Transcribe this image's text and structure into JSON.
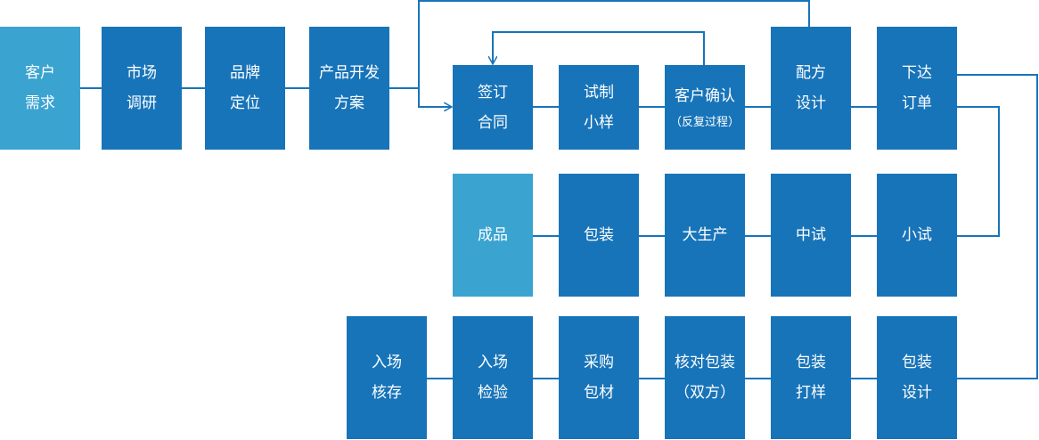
{
  "diagram": {
    "nodes": {
      "customer_demand": {
        "lines": [
          "客户",
          "需求"
        ]
      },
      "market_research": {
        "lines": [
          "市场",
          "调研"
        ]
      },
      "brand_positioning": {
        "lines": [
          "品牌",
          "定位"
        ]
      },
      "product_plan": {
        "lines": [
          "产品开发",
          "方案"
        ]
      },
      "sign_contract": {
        "lines": [
          "签订",
          "合同"
        ]
      },
      "trial_sample": {
        "lines": [
          "试制",
          "小样"
        ]
      },
      "customer_confirm": {
        "lines": [
          "客户确认",
          "（反复过程）"
        ]
      },
      "formula_design": {
        "lines": [
          "配方",
          "设计"
        ]
      },
      "place_order": {
        "lines": [
          "下达",
          "订单"
        ]
      },
      "small_trial": {
        "lines": [
          "小试"
        ]
      },
      "pilot_test": {
        "lines": [
          "中试"
        ]
      },
      "mass_production": {
        "lines": [
          "大生产"
        ]
      },
      "packaging": {
        "lines": [
          "包装"
        ]
      },
      "finished_product": {
        "lines": [
          "成品"
        ]
      },
      "package_design": {
        "lines": [
          "包装",
          "设计"
        ]
      },
      "package_proof": {
        "lines": [
          "包装",
          "打样"
        ]
      },
      "verify_package": {
        "lines": [
          "核对包装",
          "（双方）"
        ]
      },
      "purchase_material": {
        "lines": [
          "采购",
          "包材"
        ]
      },
      "incoming_inspect": {
        "lines": [
          "入场",
          "检验"
        ]
      },
      "incoming_store": {
        "lines": [
          "入场",
          "核存"
        ]
      }
    },
    "colors": {
      "box": "#1874b9",
      "box_highlight": "#3aa3d0",
      "connector": "#1874b9",
      "text": "#ffffff"
    }
  }
}
